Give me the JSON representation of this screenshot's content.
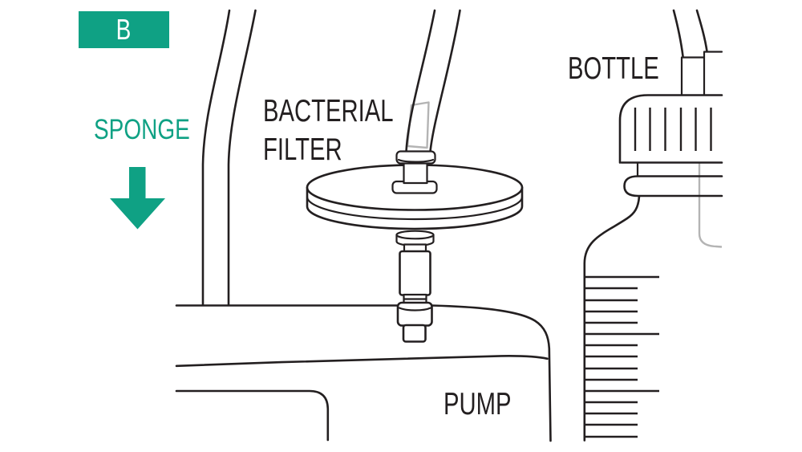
{
  "figure": {
    "panel_label": "B"
  },
  "labels": {
    "sponge": "SPONGE",
    "bacterial_filter_line1": "BACTERIAL",
    "bacterial_filter_line2": "FILTER",
    "bottle": "BOTTLE",
    "pump": "PUMP"
  },
  "icons": {
    "sponge_arrow": "down-arrow"
  },
  "colors": {
    "accent_green": "#0fa184",
    "line_ink": "#231f20",
    "tube_gray": "#b4b4b4",
    "background": "#ffffff"
  }
}
